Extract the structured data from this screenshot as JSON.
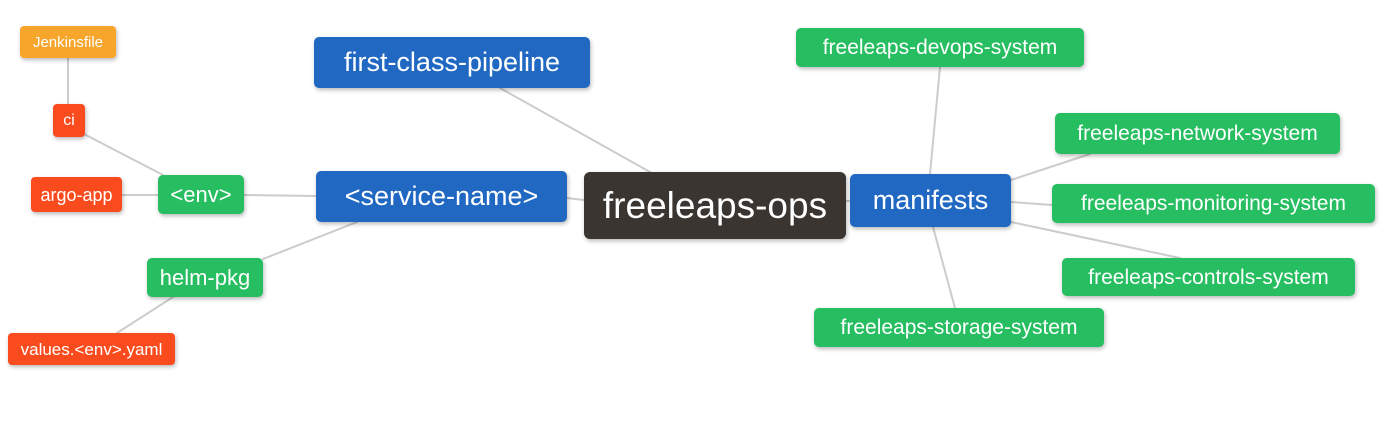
{
  "diagram": {
    "type": "mindmap",
    "background": "#ffffff",
    "edge_color": "#cccccc",
    "palette": {
      "root": "#3a3531",
      "branch_blue": "#2068c2",
      "leaf_green": "#26be60",
      "leaf_red": "#fa4b1e",
      "leaf_orange": "#f7a52b"
    },
    "nodes": {
      "root": {
        "label": "freeleaps-ops",
        "category": "root"
      },
      "pipeline": {
        "label": "first-class-pipeline",
        "category": "branch_blue"
      },
      "service": {
        "label": "<service-name>",
        "category": "branch_blue"
      },
      "manifests": {
        "label": "manifests",
        "category": "branch_blue"
      },
      "env": {
        "label": "<env>",
        "category": "leaf_green"
      },
      "helm": {
        "label": "helm-pkg",
        "category": "leaf_green"
      },
      "argo": {
        "label": "argo-app",
        "category": "leaf_red"
      },
      "ci": {
        "label": "ci",
        "category": "leaf_red"
      },
      "jenkins": {
        "label": "Jenkinsfile",
        "category": "leaf_orange"
      },
      "values": {
        "label": "values.<env>.yaml",
        "category": "leaf_red"
      },
      "devops": {
        "label": "freeleaps-devops-system",
        "category": "leaf_green"
      },
      "network": {
        "label": "freeleaps-network-system",
        "category": "leaf_green"
      },
      "monitoring": {
        "label": "freeleaps-monitoring-system",
        "category": "leaf_green"
      },
      "controls": {
        "label": "freeleaps-controls-system",
        "category": "leaf_green"
      },
      "storage": {
        "label": "freeleaps-storage-system",
        "category": "leaf_green"
      }
    },
    "edges": [
      {
        "from": "root",
        "to": "pipeline"
      },
      {
        "from": "root",
        "to": "service"
      },
      {
        "from": "root",
        "to": "manifests"
      },
      {
        "from": "service",
        "to": "env"
      },
      {
        "from": "service",
        "to": "helm"
      },
      {
        "from": "env",
        "to": "argo"
      },
      {
        "from": "env",
        "to": "ci"
      },
      {
        "from": "ci",
        "to": "jenkins"
      },
      {
        "from": "helm",
        "to": "values"
      },
      {
        "from": "manifests",
        "to": "devops"
      },
      {
        "from": "manifests",
        "to": "network"
      },
      {
        "from": "manifests",
        "to": "monitoring"
      },
      {
        "from": "manifests",
        "to": "controls"
      },
      {
        "from": "manifests",
        "to": "storage"
      }
    ]
  }
}
